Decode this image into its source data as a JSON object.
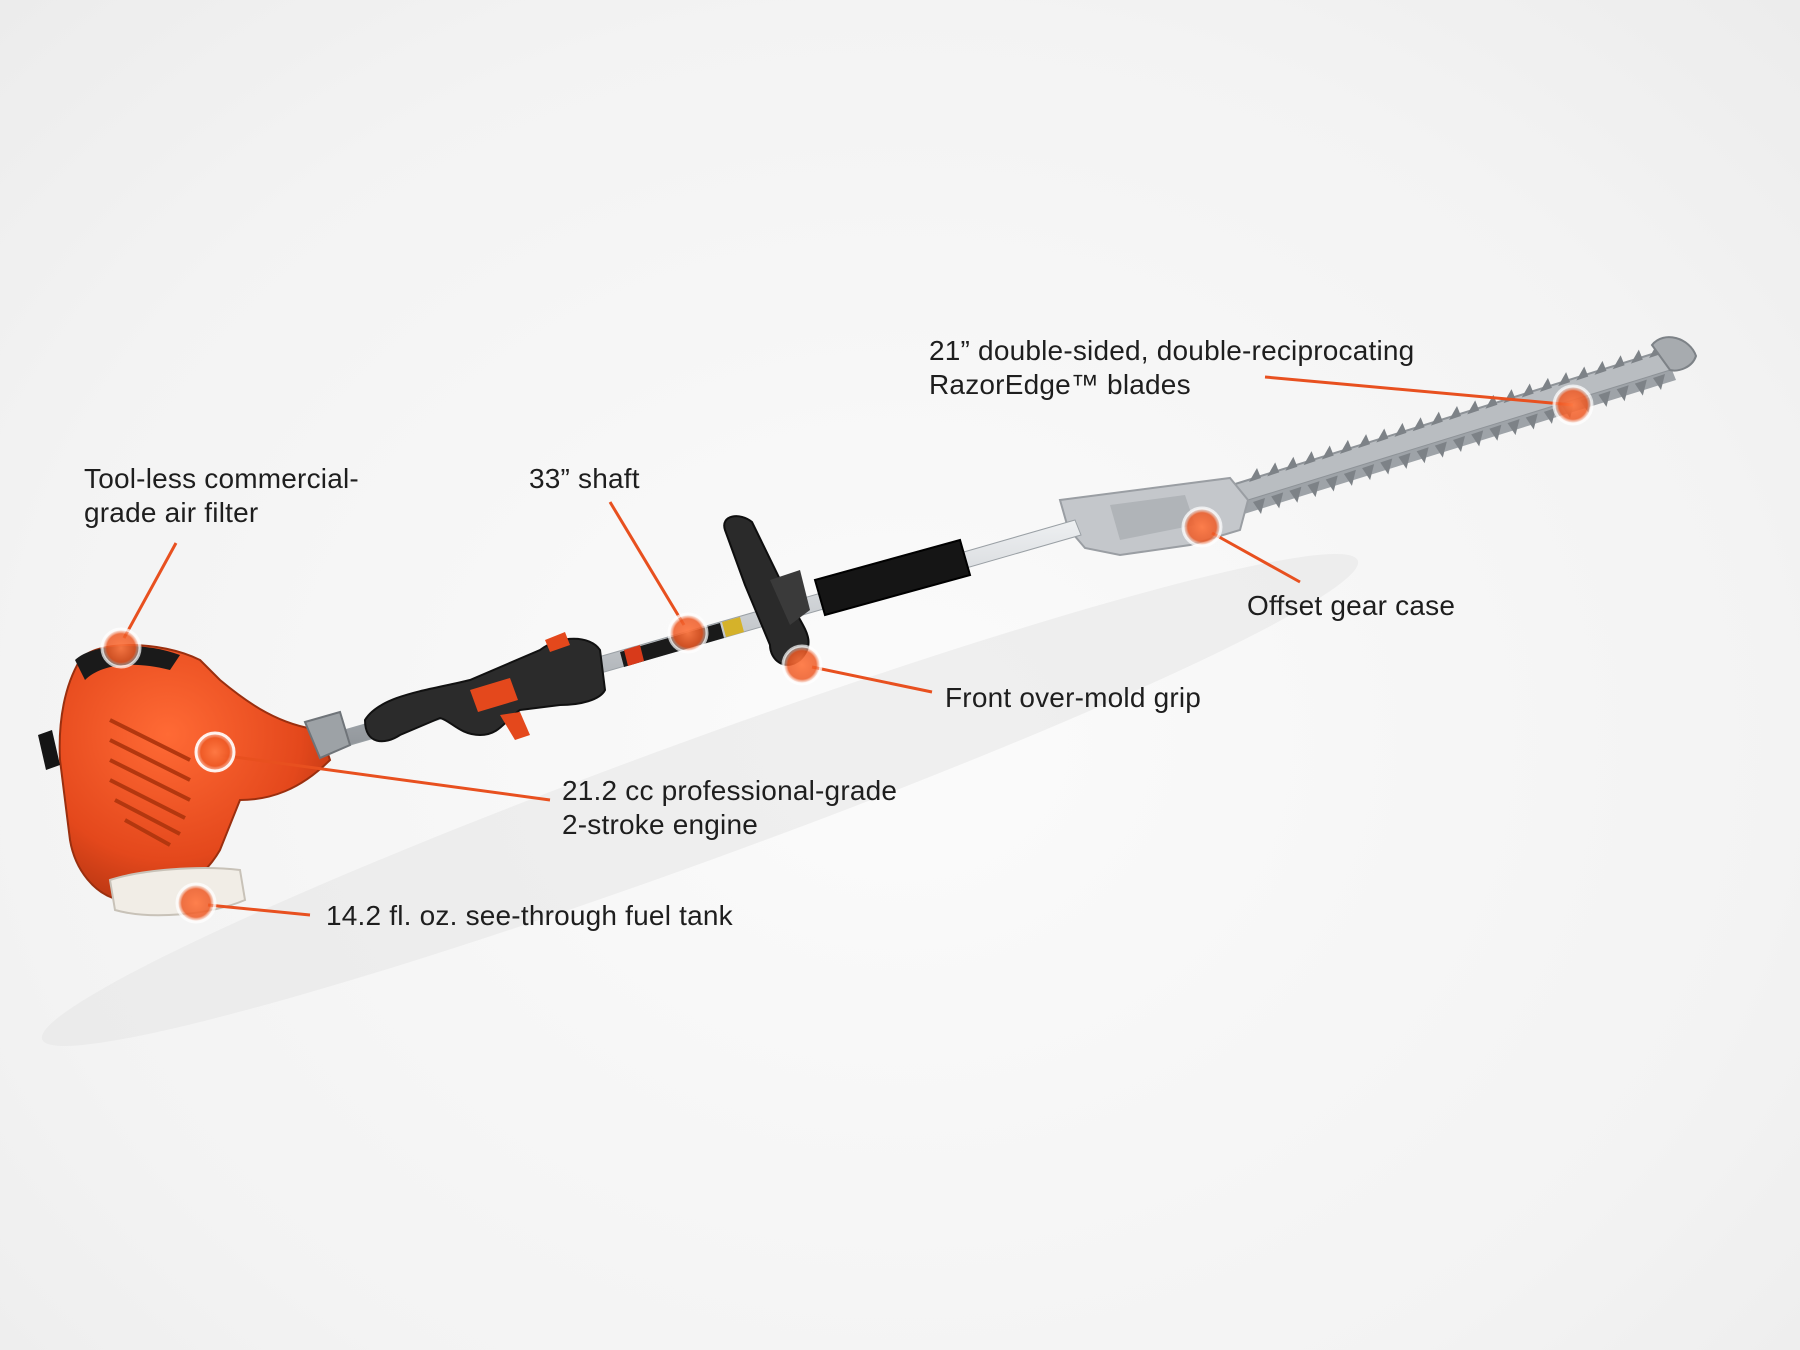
{
  "product": "hedge-trimmer",
  "colors": {
    "accent": "#e8501f",
    "engine_orange": "#e4481c",
    "shaft_metal": "#c9ccd0",
    "handle_black": "#222222",
    "text": "#1e1e1e"
  },
  "callouts": {
    "blades": {
      "line1": "21” double-sided, double-reciprocating",
      "line2": "RazorEdge™ blades"
    },
    "air_filter": {
      "line1": "Tool-less commercial-",
      "line2": "grade air filter"
    },
    "shaft": {
      "line1": "33” shaft"
    },
    "gear_case": {
      "line1": "Offset gear case"
    },
    "front_grip": {
      "line1": "Front over-mold grip"
    },
    "engine": {
      "line1": "21.2 cc professional-grade",
      "line2": "2-stroke engine"
    },
    "fuel_tank": {
      "line1": "14.2 fl. oz. see-through fuel tank"
    }
  }
}
